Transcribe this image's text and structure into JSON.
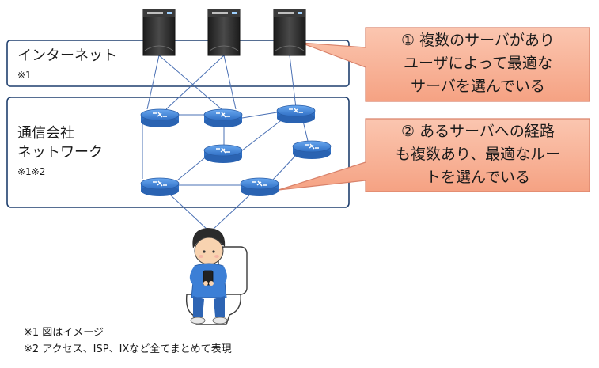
{
  "zones": {
    "internet": {
      "title": "インターネット",
      "note": "※1"
    },
    "carrier": {
      "title_lines": [
        "通信会社",
        "ネットワーク"
      ],
      "note": "※1※2"
    }
  },
  "callouts": {
    "server_choice": {
      "lines": [
        "① 複数のサーバがあり",
        "ユーザによって最適な",
        "サーバを選んでいる"
      ]
    },
    "route_choice": {
      "lines": [
        "② あるサーバへの経路",
        "も複数あり、最適なルー",
        "トを選んでいる"
      ]
    }
  },
  "footnotes": [
    "※1 図はイメージ",
    "※2 アクセス、ISP、IXなど全てまとめて表現"
  ],
  "colors": {
    "zone_border": "#1f3f6e",
    "callout_fill": "#f8b49a",
    "callout_border": "#d9826a",
    "router_fill": "#4d8fe0",
    "link_line": "#4a70b4",
    "server_body": "#2b2b2b"
  },
  "icons": {
    "servers": [
      "server-icon",
      "server-icon",
      "server-icon"
    ],
    "routers": [
      "router-icon",
      "router-icon",
      "router-icon",
      "router-icon",
      "router-icon",
      "router-icon",
      "router-icon"
    ],
    "user": "person-on-toilet-with-smartphone-illustration"
  }
}
